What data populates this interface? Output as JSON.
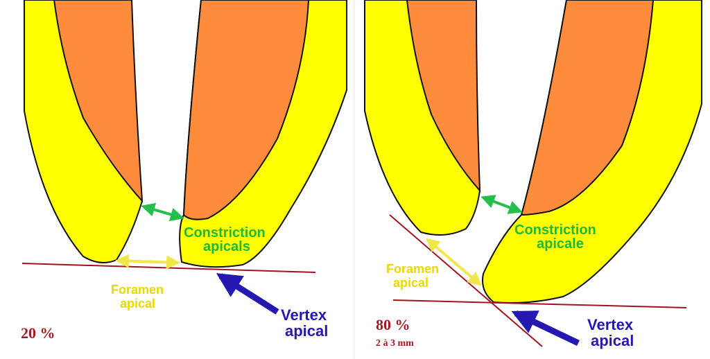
{
  "colors": {
    "dentin": "#ffff00",
    "pulp": "#ff8c3c",
    "outline": "#111111",
    "green": "#22c04a",
    "yellow_arrow": "#f0e84a",
    "red_line": "#a0141e",
    "blue": "#2418b0",
    "yellow_text": "#e8d800",
    "green_text": "#20b834",
    "red_text": "#a01a24"
  },
  "left": {
    "constriction": [
      "Constriction",
      "apicals"
    ],
    "foramen": [
      "Foramen",
      "apical"
    ],
    "vertex": [
      "Vertex",
      "apical"
    ],
    "percent": "20 %"
  },
  "right": {
    "constriction": [
      "Constriction",
      "apicale"
    ],
    "foramen": [
      "Foramen",
      "apical"
    ],
    "vertex": [
      "Vertex",
      "apical"
    ],
    "percent": "80 %",
    "distance": "2 à 3 mm"
  }
}
